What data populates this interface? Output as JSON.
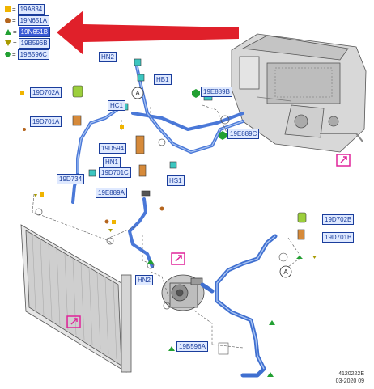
{
  "legend": [
    {
      "symbol": "square",
      "color": "#f0b400",
      "code": "19A834"
    },
    {
      "symbol": "circle",
      "color": "#b5651d",
      "code": "19N651A"
    },
    {
      "symbol": "triangle-up",
      "color": "#22a032",
      "code": "19N651B",
      "selected": true
    },
    {
      "symbol": "triangle-down",
      "color": "#a89a00",
      "code": "19B596B"
    },
    {
      "symbol": "hexagon",
      "color": "#22a032",
      "code": "19B596C"
    }
  ],
  "callouts": {
    "hn2_top": "HN2",
    "hb1": "HB1",
    "hc1": "HC1",
    "d702a": "19D702A",
    "d701a": "19D701A",
    "e889b": "19E889B",
    "e889c": "19E889C",
    "d594": "19D594",
    "hn1": "HN1",
    "d701c": "19D701C",
    "hs1": "HS1",
    "d734": "19D734",
    "e889a": "19E889A",
    "d702b": "19D702B",
    "d701b": "19D701B",
    "hn2_bottom": "HN2",
    "b596a": "19B596A"
  },
  "circle_a_top": "A",
  "circle_a_right": "A",
  "reference": {
    "code": "4120222E",
    "date": "03-2020 09"
  },
  "colors": {
    "label_border": "#1a3d9c",
    "label_fill": "#dfe9ff",
    "selected_fill": "#3b5bd6",
    "pipe": "#4a78d8",
    "arrow": "#e0202a",
    "magenta": "#e0249a"
  }
}
